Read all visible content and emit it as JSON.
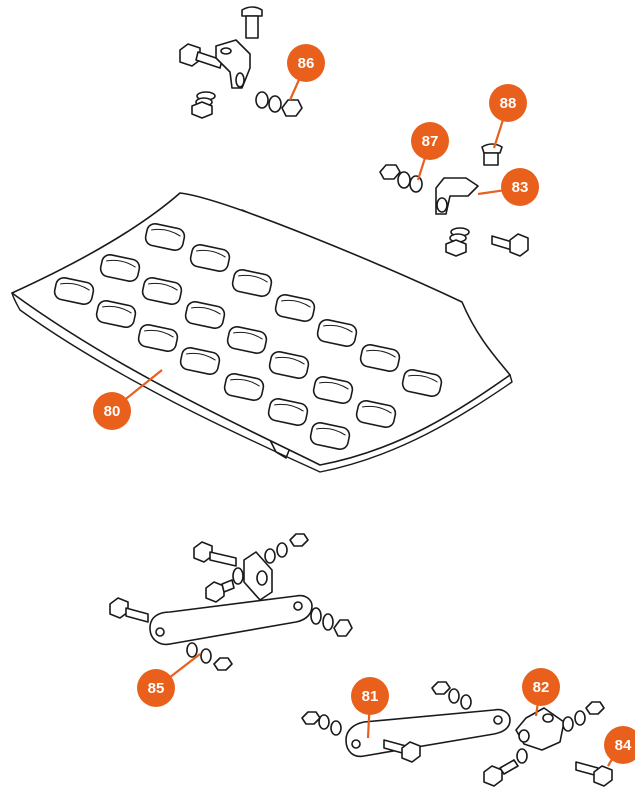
{
  "accent_color": "#e8601c",
  "callouts": [
    {
      "id": "c80",
      "label": "80"
    },
    {
      "id": "c81",
      "label": "81"
    },
    {
      "id": "c82",
      "label": "82"
    },
    {
      "id": "c83",
      "label": "83"
    },
    {
      "id": "c84",
      "label": "84"
    },
    {
      "id": "c85",
      "label": "85"
    },
    {
      "id": "c86",
      "label": "86"
    },
    {
      "id": "c87",
      "label": "87"
    },
    {
      "id": "c88",
      "label": "88"
    }
  ]
}
